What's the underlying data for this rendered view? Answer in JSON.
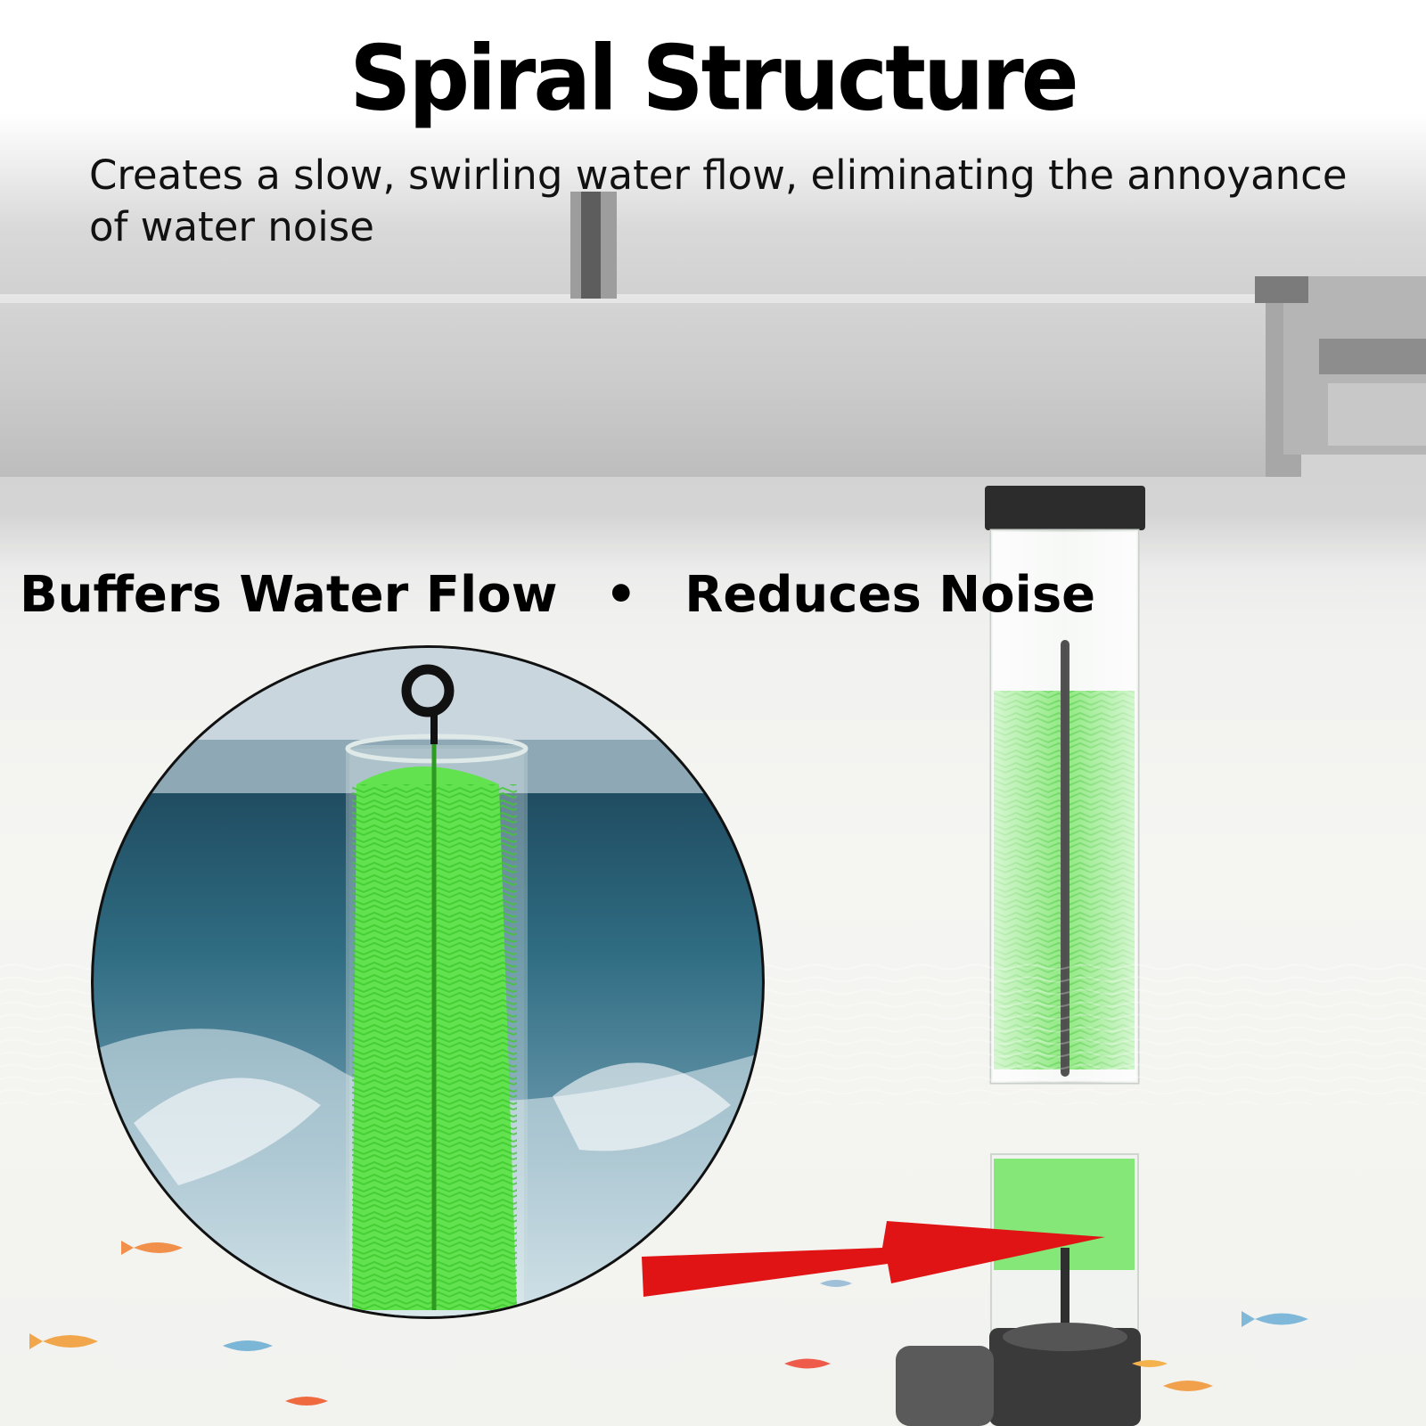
{
  "headline": {
    "title": "Spiral Structure",
    "subtitle": "Creates a slow, swirling water flow, eliminating the annoyance of water noise"
  },
  "features": {
    "item_1": "Buffers Water Flow",
    "separator": "•",
    "item_2": "Reduces Noise"
  },
  "palette": {
    "brush_green": "#5fe34a",
    "arrow_red": "#e01414",
    "water_blue": "#2f6c82",
    "text": "#000000"
  },
  "illustration": {
    "icons": [
      "aquarium-filter-tube-icon",
      "spiral-brush-icon",
      "arrow-icon",
      "fish-icon"
    ]
  }
}
